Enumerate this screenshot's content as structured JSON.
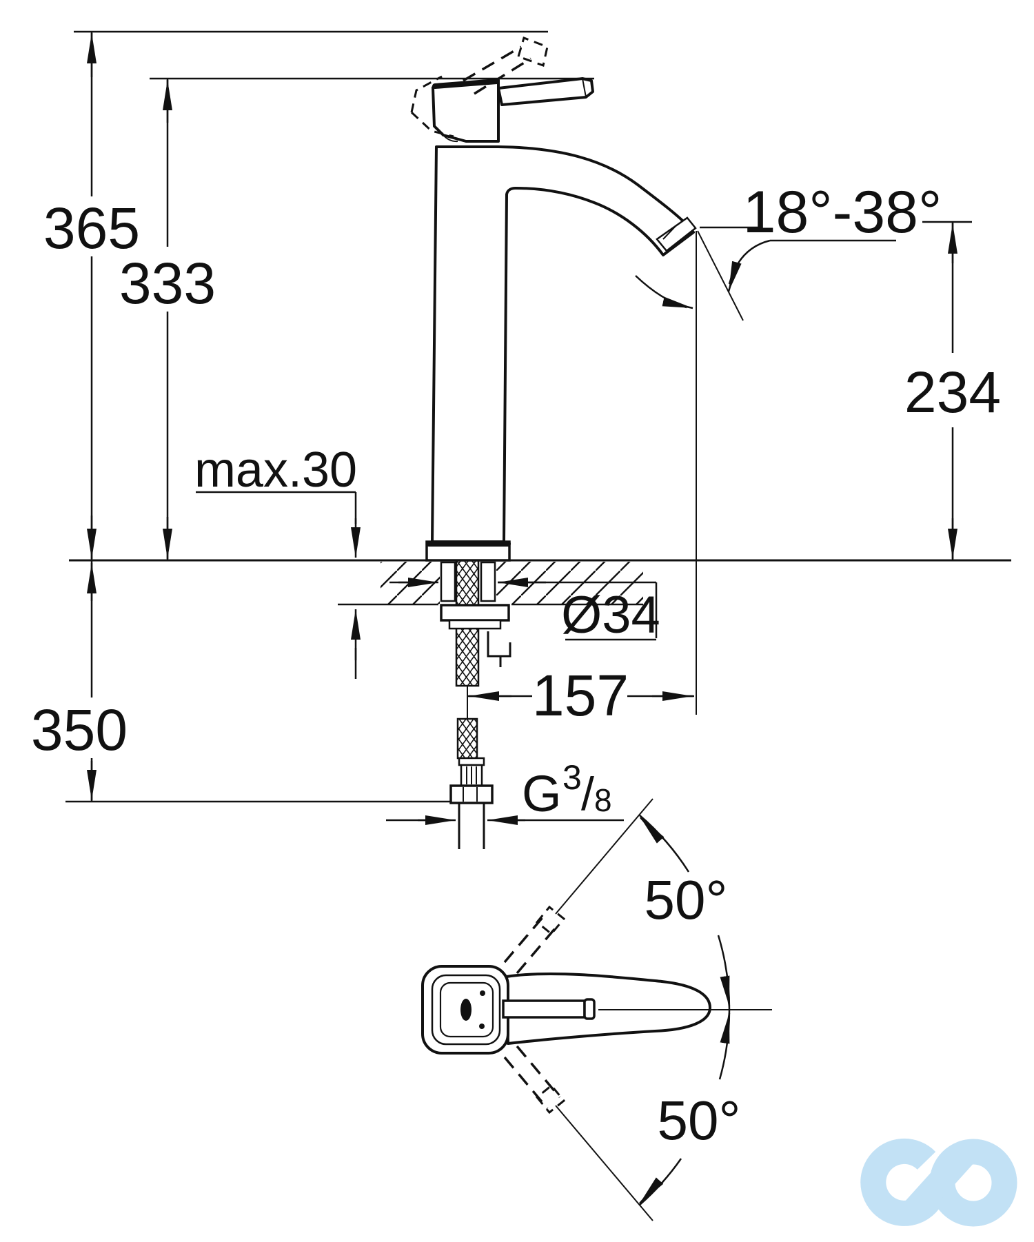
{
  "document": {
    "type": "technical-installation-drawing",
    "subject": "single-lever basin mixer, side view with mounting section and top view of handle swivel range"
  },
  "dims": {
    "overall_height": "365",
    "spout_top_height": "333",
    "deck_thickness_max": "max.30",
    "below_deck_length": "350",
    "hole_diameter": "Ø34",
    "spout_projection": "157",
    "outlet_height": "234",
    "aerator_angle_range": "18°-38°"
  },
  "thread": {
    "prefix": "G",
    "numerator": "3",
    "slash": "/",
    "denominator": "8"
  },
  "top_view": {
    "swivel_angle_upper": "50°",
    "swivel_angle_lower": "50°"
  },
  "colors": {
    "line": "#111111",
    "background": "#ffffff",
    "logo": "#c2e1f5"
  },
  "icons": {
    "watermark": "infinity-loop-logo"
  }
}
